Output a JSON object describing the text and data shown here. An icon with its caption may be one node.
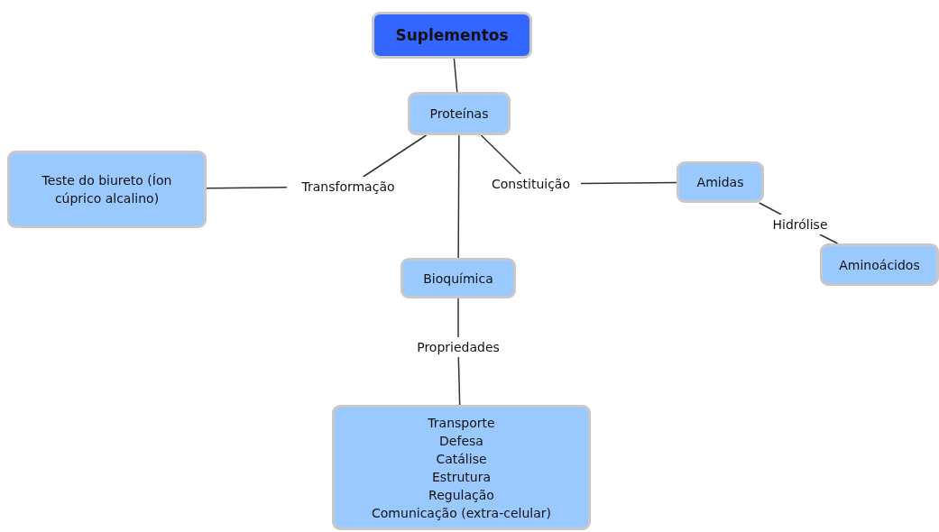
{
  "diagram": {
    "nodes": [
      {
        "text": [
          "Suplementos"
        ]
      },
      {
        "text": [
          "Proteínas"
        ]
      },
      {
        "text": [
          "Teste do biureto (Íon cúprico alcalino)"
        ]
      },
      {
        "text": [
          "Transformação"
        ]
      },
      {
        "text": [
          "Constituição"
        ]
      },
      {
        "text": [
          "Amidas"
        ]
      },
      {
        "text": [
          "Hidrólise"
        ]
      },
      {
        "text": [
          "Aminoácidos"
        ]
      },
      {
        "text": [
          "Bioquímica"
        ]
      },
      {
        "text": [
          "Propriedades"
        ]
      },
      {
        "text": [
          "Transporte",
          "Defesa",
          "Catálise",
          "Estrutura",
          "Regulação",
          "Comunicação (extra-celular)"
        ]
      }
    ],
    "edges": [
      {
        "from": 0,
        "to": 1,
        "arrow": "none"
      },
      {
        "from": 1,
        "to": 3,
        "arrow": "none"
      },
      {
        "from": 3,
        "to": 2,
        "arrow": "none"
      },
      {
        "from": 1,
        "to": 4,
        "arrow": "none"
      },
      {
        "from": 4,
        "to": 5,
        "arrow": "none"
      },
      {
        "from": 5,
        "to": 6,
        "arrow": "none"
      },
      {
        "from": 6,
        "to": 7,
        "arrow": "none"
      },
      {
        "from": 1,
        "to": 8,
        "arrow": "none"
      },
      {
        "from": 8,
        "to": 9,
        "arrow": "none"
      },
      {
        "from": 9,
        "to": 10,
        "arrow": "none"
      }
    ]
  }
}
